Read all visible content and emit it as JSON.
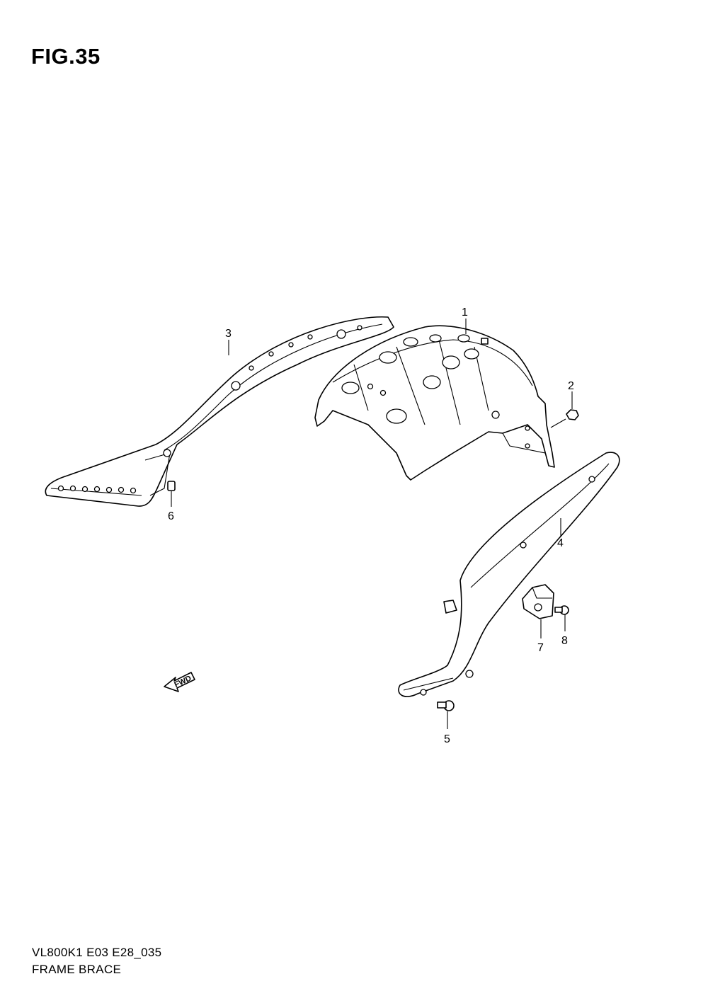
{
  "figure": {
    "title": "FIG.35",
    "model_code": "VL800K1 E03 E28_035",
    "name": "FRAME BRACE"
  },
  "fwd_label": "FWD",
  "callouts": [
    "1",
    "2",
    "3",
    "4",
    "5",
    "6",
    "7",
    "8"
  ]
}
